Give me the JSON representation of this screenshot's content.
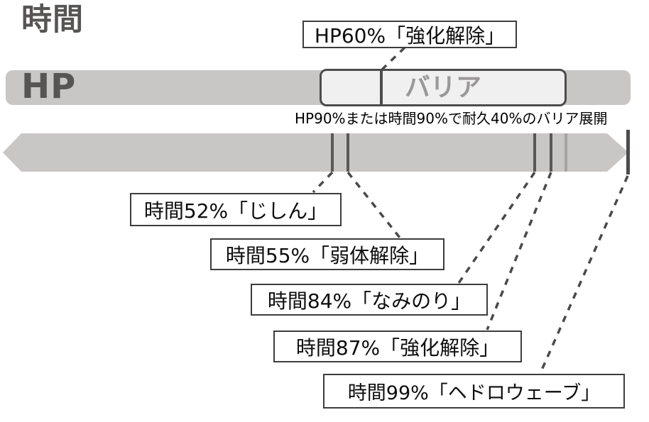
{
  "diagram": {
    "hp_bar": {
      "label": "HP",
      "callout": "HP60%「強化解除」",
      "marker_percent": 60,
      "barrier_label": "バリア",
      "note": "HP90%または時間90%で耐久40%のバリア展開"
    },
    "time_bar": {
      "label": "時間",
      "tick_percents": [
        52,
        55,
        84,
        87,
        90,
        99
      ],
      "events": [
        {
          "percent": 52,
          "move": "じしん",
          "label": "時間52%「じしん」"
        },
        {
          "percent": 55,
          "move": "弱体解除",
          "label": "時間55%「弱体解除」"
        },
        {
          "percent": 84,
          "move": "なみのり",
          "label": "時間84%「なみのり」"
        },
        {
          "percent": 87,
          "move": "強化解除",
          "label": "時間87%「強化解除」"
        },
        {
          "percent": 99,
          "move": "ヘドロウェーブ",
          "label": "時間99%「ヘドロウェーブ」"
        }
      ]
    },
    "colors": {
      "bar_fill": "#c9c6c6",
      "bar_text": "#575454",
      "tick_dark": "#5a5757",
      "tick_light": "#a6a3a3",
      "barrier_fill": "#f1f0f0",
      "barrier_border": "#4e4b4b",
      "barrier_text": "#9b9898",
      "box_border": "#3d3d3d",
      "connector": "#4a4a4a"
    }
  }
}
